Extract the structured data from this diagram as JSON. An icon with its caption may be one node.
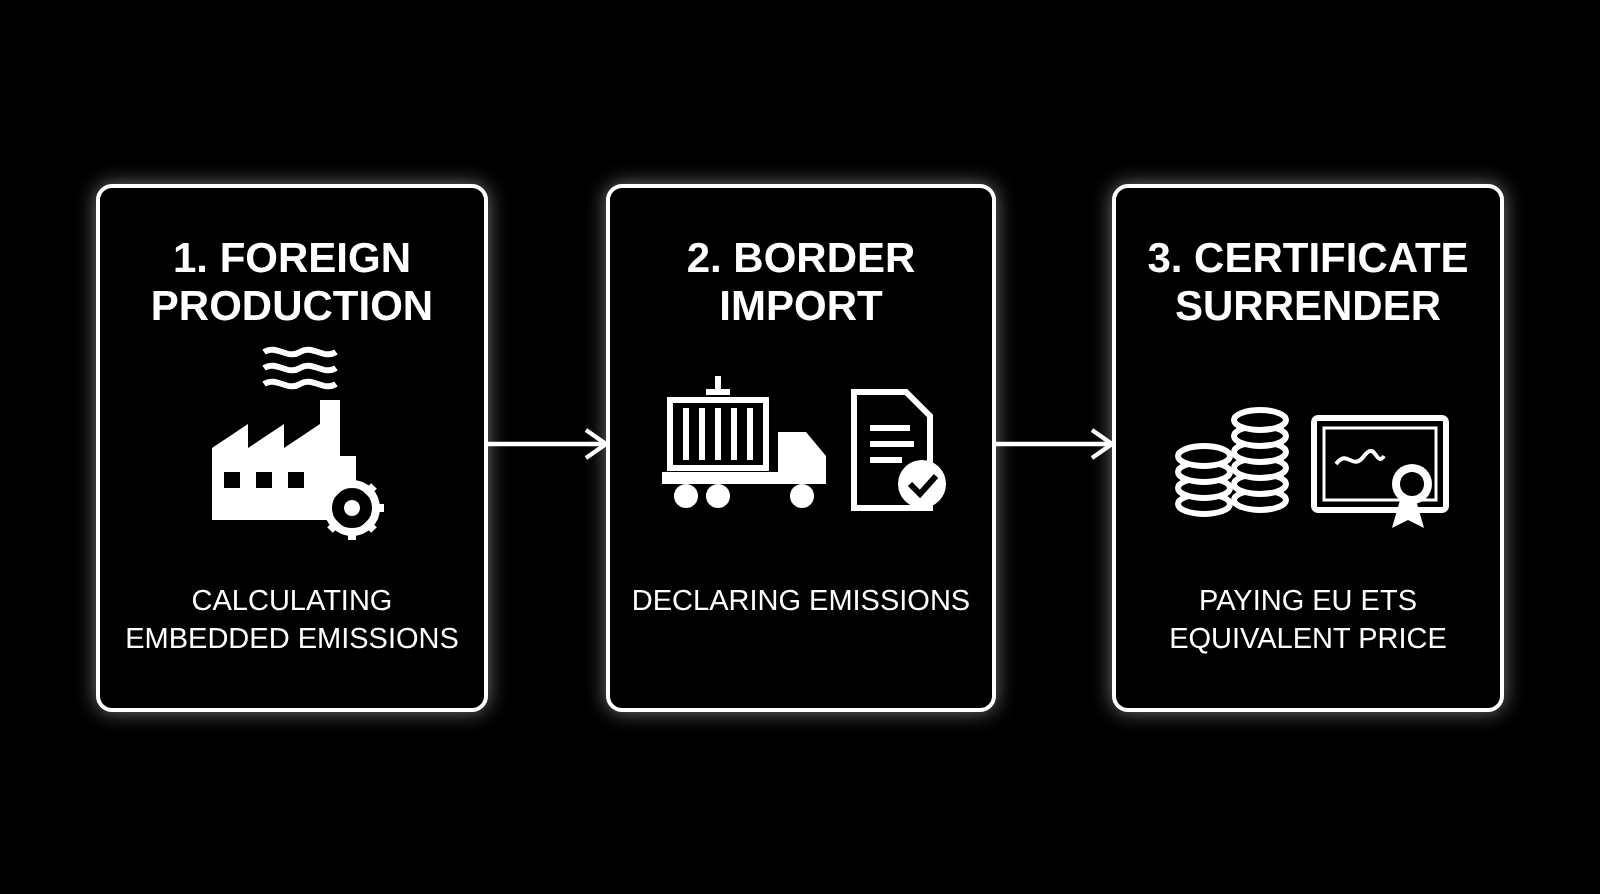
{
  "diagram": {
    "nodes": [
      {
        "text": [
          "1. FOREIGN PRODUCTION",
          "CALCULATING EMBEDDED EMISSIONS"
        ]
      },
      {
        "text": [
          "2. BORDER IMPORT",
          "DECLARING EMISSIONS"
        ]
      },
      {
        "text": [
          "3. CERTIFICATE SURRENDER",
          "PAYING EU ETS EQUIVALENT PRICE"
        ]
      }
    ],
    "edges": [
      {
        "from": 0,
        "to": 1,
        "arrow": "to"
      },
      {
        "from": 1,
        "to": 2,
        "arrow": "to"
      }
    ]
  }
}
